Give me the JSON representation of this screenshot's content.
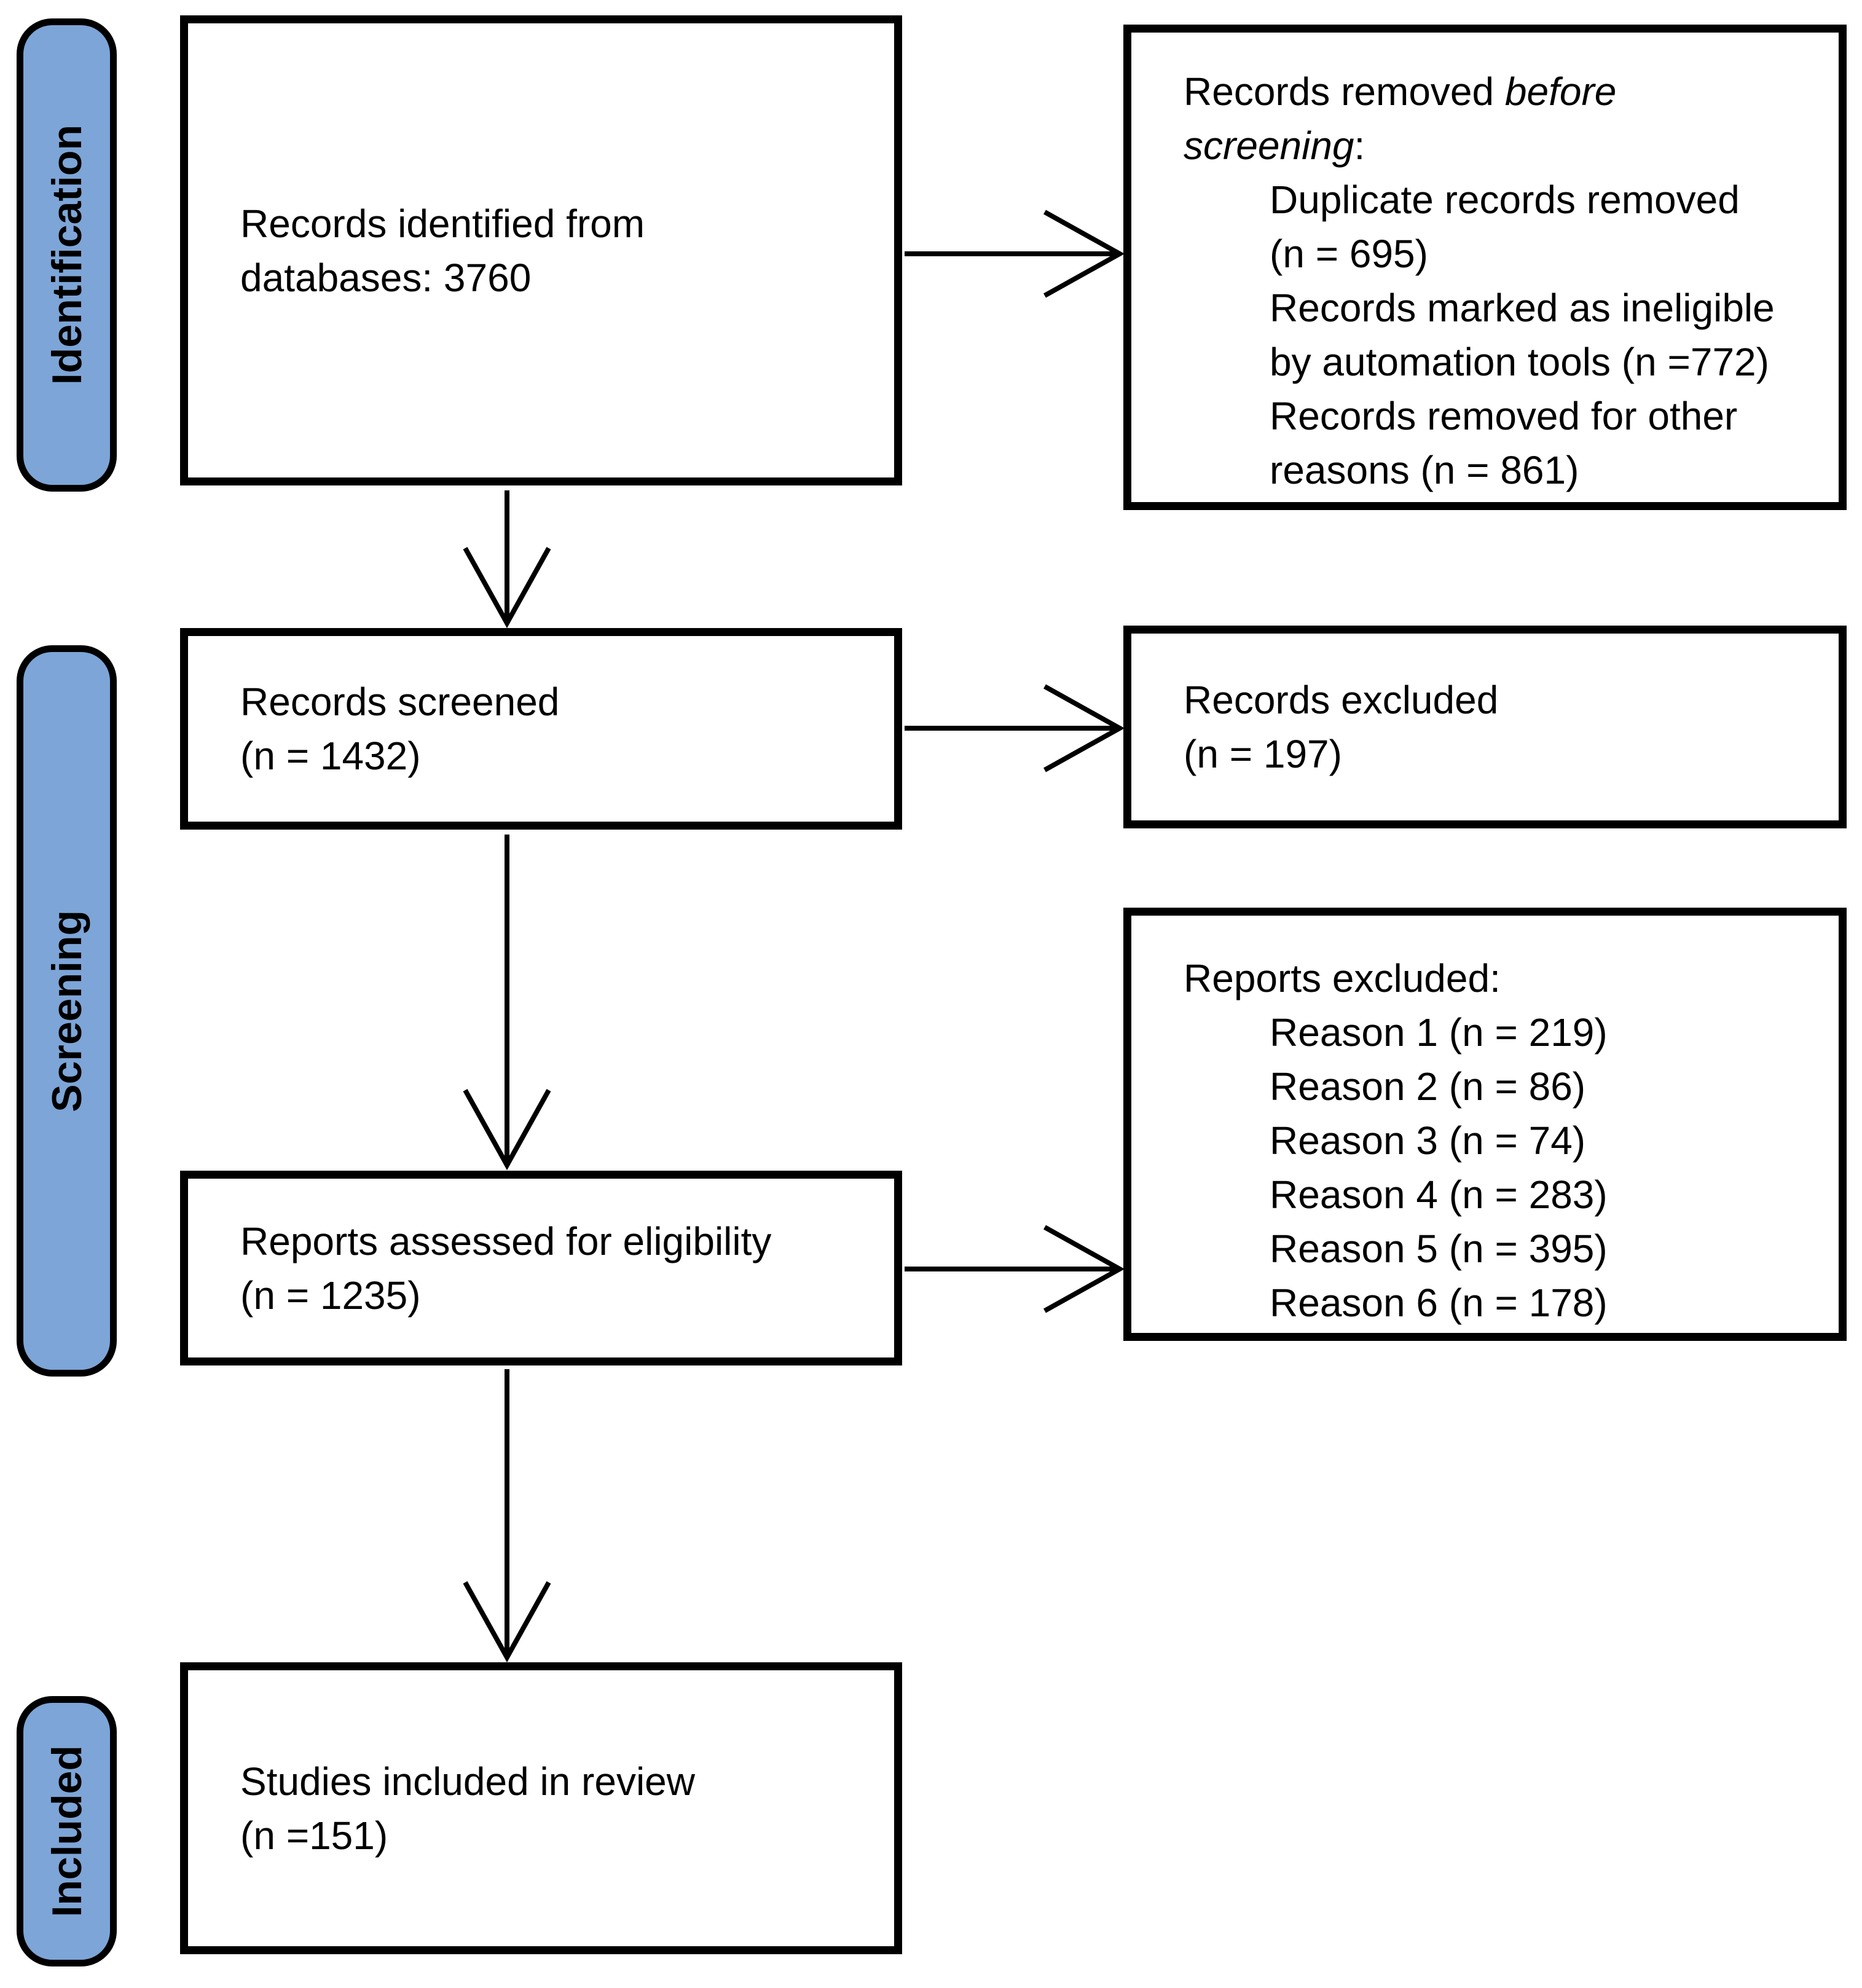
{
  "colors": {
    "stage_fill": "#7DA5D7",
    "box_fill": "#FFFFFF",
    "border": "#000000",
    "arrow": "#000000",
    "text": "#000000",
    "background": "#FFFFFF"
  },
  "stages": [
    {
      "label": "Identification"
    },
    {
      "label": "Screening"
    },
    {
      "label": "Included"
    }
  ],
  "flow": {
    "records_identified": {
      "lines": [
        "Records identified from",
        "databases: 3760"
      ]
    },
    "records_removed": {
      "title_line1_regular": "Records removed ",
      "title_line1_italic": "before",
      "title_line2_italic": "screening",
      "title_line2_suffix": ":",
      "items": [
        {
          "lines": [
            "Duplicate records removed",
            "(n = 695)"
          ]
        },
        {
          "lines": [
            "Records marked as ineligible",
            "by automation tools (n =772)"
          ]
        },
        {
          "lines": [
            "Records removed for other",
            "reasons (n = 861)"
          ]
        }
      ]
    },
    "records_screened": {
      "lines": [
        "Records screened",
        "(n = 1432)"
      ]
    },
    "records_excluded": {
      "lines": [
        "Records excluded",
        "(n = 197)"
      ]
    },
    "reports_assessed": {
      "lines": [
        "Reports assessed for eligibility",
        "(n = 1235)"
      ]
    },
    "reports_excluded": {
      "title": "Reports excluded:",
      "items": [
        "Reason 1 (n = 219)",
        "Reason 2 (n = 86)",
        "Reason 3 (n = 74)",
        "Reason 4 (n = 283)",
        "Reason 5 (n = 395)",
        "Reason 6 (n = 178)"
      ]
    },
    "studies_included": {
      "lines": [
        "Studies included in review",
        "(n =151)"
      ]
    }
  }
}
